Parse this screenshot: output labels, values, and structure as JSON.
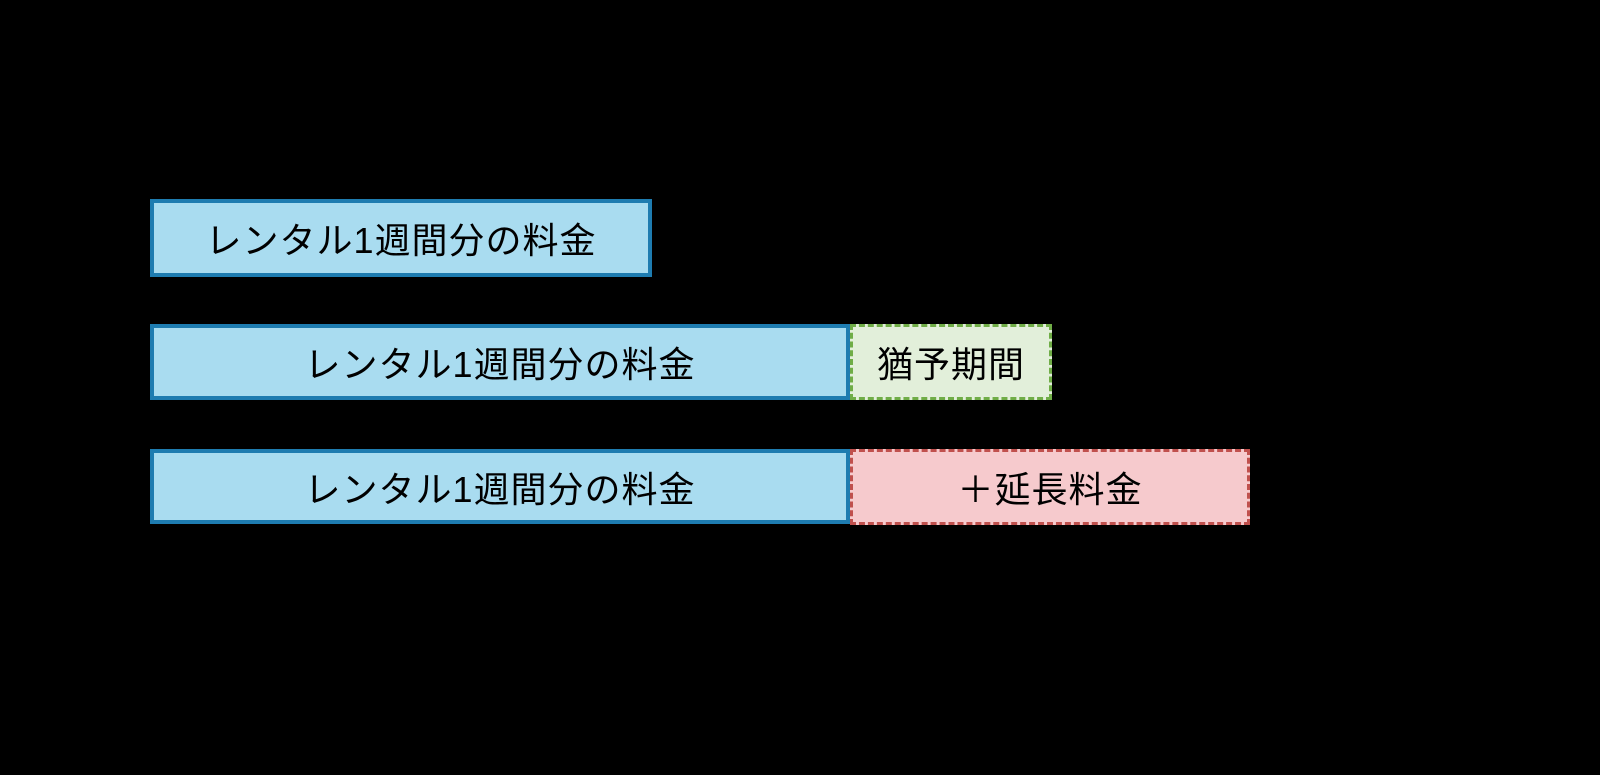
{
  "diagram": {
    "bars": {
      "row1": {
        "rental_label": "レンタル1週間分の料金"
      },
      "row2": {
        "rental_label": "レンタル1週間分の料金",
        "grace_label": "猶予期間"
      },
      "row3": {
        "rental_label": "レンタル1週間分の料金",
        "extension_label": "＋延長料金"
      }
    },
    "colors": {
      "background": "#000000",
      "bar_fill": "#A9DCF0",
      "bar_border": "#1E7CB0",
      "grace_fill": "#E2EFDA",
      "grace_border": "#70AD47",
      "extension_fill": "#F6CACD",
      "extension_border": "#C0504D",
      "text": "#000000"
    }
  }
}
